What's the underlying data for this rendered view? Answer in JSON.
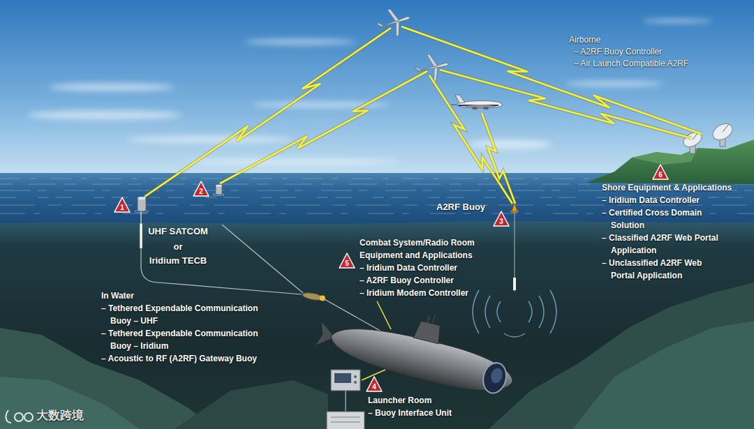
{
  "diagram": {
    "nodes": [
      {
        "text": [
          "1"
        ]
      },
      {
        "text": [
          "2"
        ]
      },
      {
        "text": [
          "3"
        ]
      },
      {
        "text": [
          "4"
        ]
      },
      {
        "text": [
          "5"
        ]
      },
      {
        "text": [
          "6"
        ]
      }
    ],
    "labels": [
      "Airborne",
      "– A2RF Buoy Controller",
      "– Air Launch Compatible A2RF",
      "UHF SATCOM",
      "or",
      "Iridium TECB",
      "A2RF Buoy",
      "Combat System/Radio Room Equipment and Applications",
      "– Iridium Data Controller",
      "– A2RF Buoy Controller",
      "– Iridium Modem Controller",
      "Shore Equipment & Applications",
      "– Iridium Data Controller",
      "– Certified Cross Domain Solution",
      "– Classified A2RF Web Portal Application",
      "– Unclassified A2RF Web Portal Application",
      "In Water",
      "– Tethered Expendable Communication Buoy – UHF",
      "– Tethered Expendable Communication Buoy – Iridium",
      "– Acoustic to RF (A2RF) Gateway Buoy",
      "Launcher Room",
      "– Buoy Interface Unit",
      "大数跨境"
    ]
  }
}
